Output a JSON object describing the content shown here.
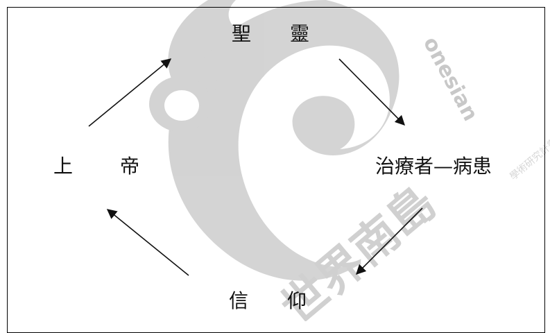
{
  "diagram": {
    "nodes": {
      "holy_spirit": {
        "label": "聖靈",
        "chars": [
          "聖",
          "靈"
        ]
      },
      "god": {
        "label": "上帝",
        "chars": [
          "上",
          "帝"
        ]
      },
      "healer_patient": {
        "label": "治療者—病患"
      },
      "faith": {
        "label": "信仰",
        "chars": [
          "信",
          "仰"
        ]
      }
    },
    "edges": [
      {
        "from": "god",
        "to": "holy_spirit"
      },
      {
        "from": "holy_spirit",
        "to": "healer_patient"
      },
      {
        "from": "healer_patient",
        "to": "faith"
      },
      {
        "from": "faith",
        "to": "god"
      }
    ]
  },
  "watermark": {
    "text_latin": "onesian",
    "text_cjk": "世界南島",
    "text_small": "學術研究計畫辦公室",
    "color": "#c8c8c8"
  }
}
